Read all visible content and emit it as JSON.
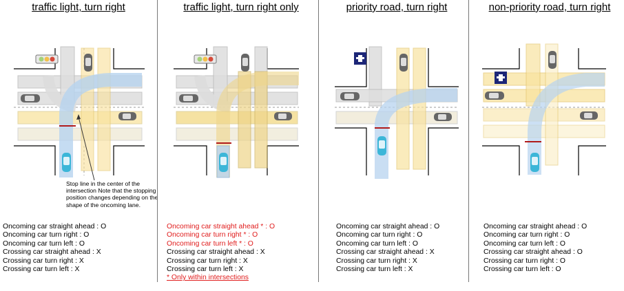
{
  "panels": [
    {
      "title": "traffic light, turn right",
      "rules": [
        "Oncoming car straight ahead : O",
        "Oncoming car turn right : O",
        "Oncoming car turn left : O",
        "Crossing car   straight ahead : X",
        "Crossing car  turn right : X",
        "Crossing car  turn left : X"
      ],
      "callout": "Stop line in the center of the intersection Note that the stopping position changes depending on the shape of the oncoming lane."
    },
    {
      "title": "traffic light, turn right only",
      "rules": [
        "Oncoming car straight ahead * : O",
        "Oncoming car turn right * : O",
        "Oncoming car turn left * : O",
        "Crossing car   straight ahead : X",
        "Crossing car  turn right : X",
        "Crossing car  turn left : X"
      ],
      "note": "* Only within intersections"
    },
    {
      "title": "priority road, turn right",
      "rules": [
        "Oncoming car straight ahead : O",
        "Oncoming car turn right : O",
        "Oncoming car turn left : O",
        "Crossing car   straight ahead : X",
        "Crossing car  turn right : X",
        "Crossing car  turn left : X"
      ]
    },
    {
      "title": "non-priority road, turn right",
      "rules": [
        "Oncoming car straight ahead : O",
        "Oncoming car turn right : O",
        "Oncoming car turn left : O",
        "Crossing car   straight ahead : O",
        "Crossing car  turn right : O",
        "Crossing car  turn left : O"
      ]
    }
  ],
  "colors": {
    "gray_lane": "#dedede",
    "yellow_lane": "#f9e3a0",
    "blue_lane": "#b7d3ef",
    "stop_line": "#b01a1a",
    "rule_red": "#e01b1b",
    "car_teal": "#3cb6d8",
    "sign_navy": "#1c2677"
  }
}
